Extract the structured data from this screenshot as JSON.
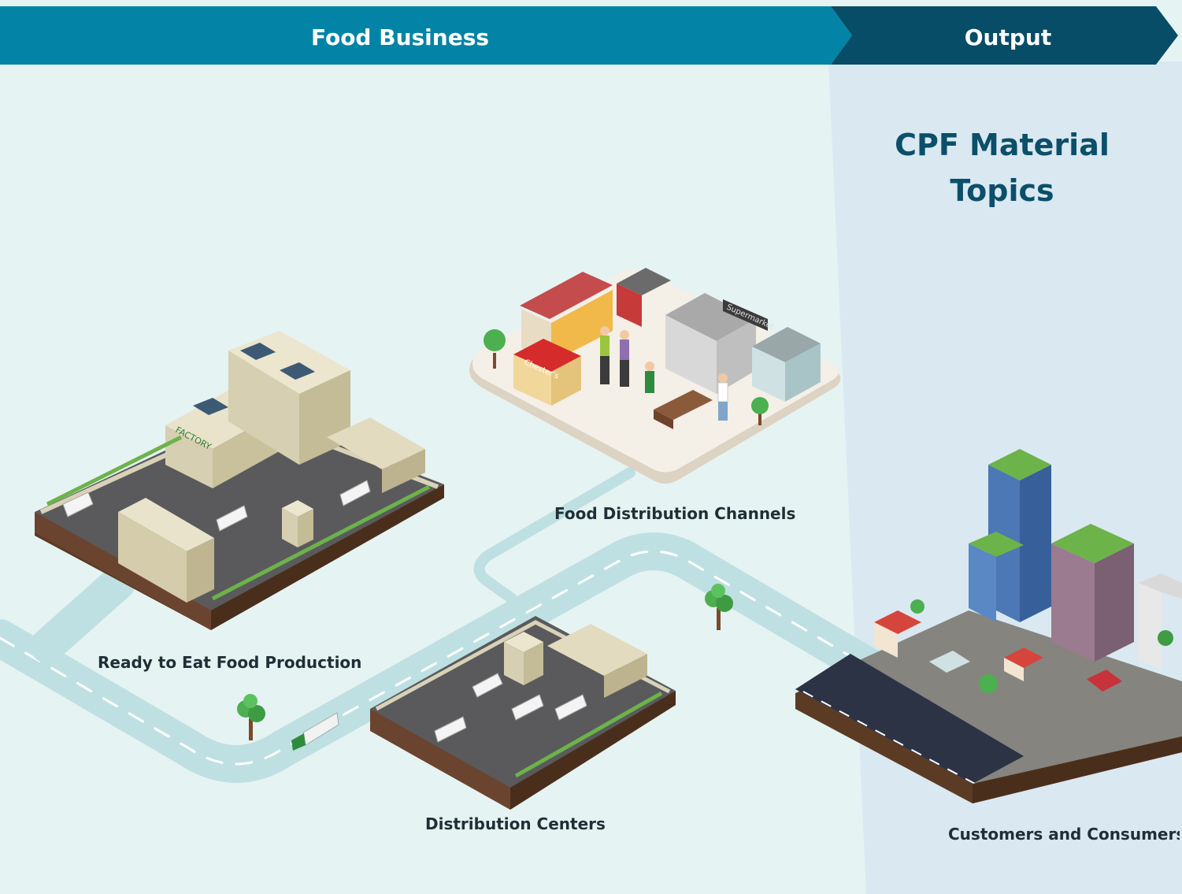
{
  "header": {
    "left_label": "Food Business",
    "right_label": "Output",
    "left_color": "#0384a6",
    "right_color": "#074d67"
  },
  "output_panel": {
    "title_line1": "CPF Material",
    "title_line2": "Topics",
    "background": "#dae8f1"
  },
  "nodes": {
    "production": "Ready to Eat Food Production",
    "channels": "Food Distribution Channels",
    "distribution": "Distribution Centers",
    "customers": "Customers and Consumers"
  },
  "signs": {
    "factory": "FACTORY",
    "supermarket": "Supermarket",
    "chesters": "Chester's"
  },
  "colors": {
    "background": "#e6f3f3",
    "road": "#bfe0e2",
    "building": "#e9e3cc",
    "ground": "#5a5a5c",
    "grass": "#6cb34a",
    "soil": "#5b3b24"
  }
}
